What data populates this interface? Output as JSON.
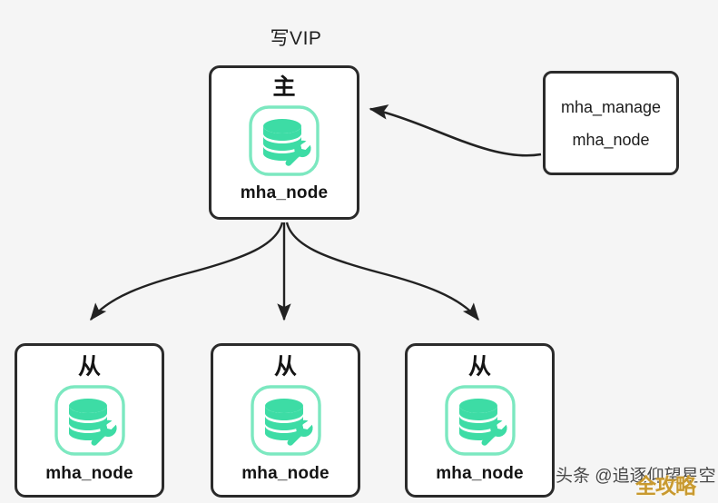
{
  "diagram": {
    "background_color": "#f5f5f5",
    "title": "写VIP",
    "accent_color": "#3ddca5",
    "line_color": "#2b2b2b"
  },
  "master": {
    "role": "主",
    "label": "mha_node",
    "icon": "database-wrench-icon"
  },
  "slaves": [
    {
      "role": "从",
      "label": "mha_node",
      "icon": "database-wrench-icon"
    },
    {
      "role": "从",
      "label": "mha_node",
      "icon": "database-wrench-icon"
    },
    {
      "role": "从",
      "label": "mha_node",
      "icon": "database-wrench-icon"
    }
  ],
  "manager": {
    "line1": "mha_manage",
    "line2": "mha_node"
  },
  "watermark": {
    "text": "头条 @追逐仰望星空",
    "logo": "全攻略",
    "logo_color": "#c8992f"
  }
}
